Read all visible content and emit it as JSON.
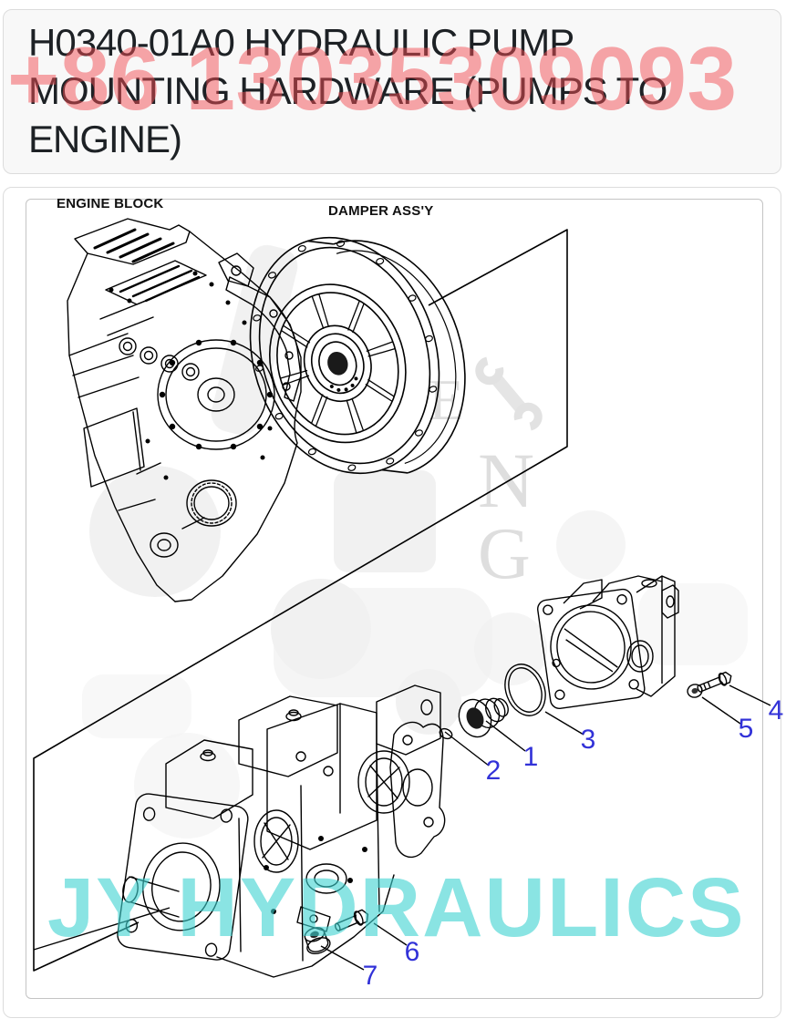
{
  "header": {
    "title": "H0340-01A0 HYDRAULIC PUMP MOUNTING HARDWARE (PUMPS TO ENGINE)"
  },
  "watermarks": {
    "phone": "+86 13035309093",
    "phone_color": "#f24e54",
    "brand": "JY HYDRAULICS",
    "brand_color": "#3cd2d0",
    "stamp_letters": {
      "e": "E",
      "n": "N",
      "g": "G"
    },
    "stamp_icon": "wrench-icon"
  },
  "figure": {
    "labels": {
      "engine_block": "ENGINE BLOCK",
      "damper_assy": "DAMPER ASS'Y"
    },
    "callout_color": "#3232d8",
    "callouts": [
      {
        "number": "1"
      },
      {
        "number": "2"
      },
      {
        "number": "3"
      },
      {
        "number": "4"
      },
      {
        "number": "5"
      },
      {
        "number": "6"
      },
      {
        "number": "7"
      }
    ]
  }
}
